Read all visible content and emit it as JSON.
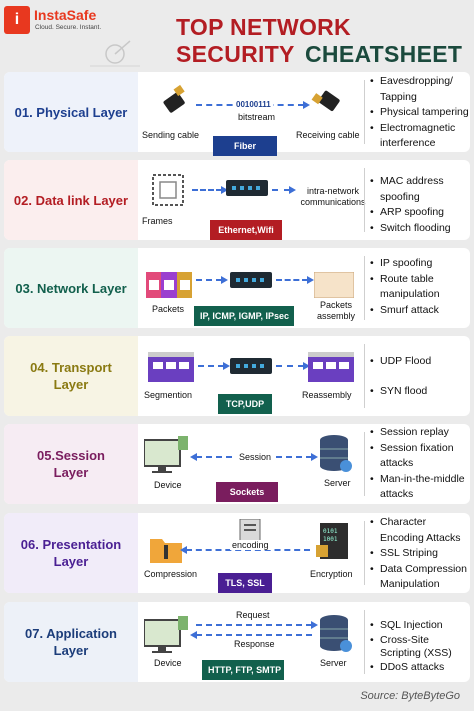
{
  "header": {
    "logo_text": "InstaSafe",
    "logo_tagline": "Cloud. Secure. Instant.",
    "title_line1": "TOP NETWORK SECURITY",
    "title_line2": "CHEATSHEET"
  },
  "colors": {
    "title_red": "#b31d23",
    "title_green": "#1b4a3d",
    "physical": "#1d3f8f",
    "datalink": "#b31d23",
    "network": "#12604d",
    "transport": "#8a7a12",
    "session": "#7a1d5e",
    "presentation": "#4a1f93",
    "application": "#1c3d7a",
    "arrow": "#3d6fd6"
  },
  "layers": [
    {
      "name": "01. Physical Layer",
      "left_label": "Sending cable",
      "right_label": "Receiving cable",
      "arrow_label": "00100111",
      "arrow_sub": "bitstream",
      "protocol": "Fiber",
      "attacks": [
        "Eavesdropping/ Tapping",
        "Physical tampering",
        "Electromagnetic interference"
      ]
    },
    {
      "name": "02. Data link Layer",
      "left_label": "Frames",
      "right_label": "intra-network communications",
      "protocol": "Ethernet,Wifi",
      "attacks": [
        "MAC address spoofing",
        "ARP spoofing",
        "Switch flooding"
      ]
    },
    {
      "name": "03. Network Layer",
      "left_label": "Packets",
      "right_label": "Packets assembly",
      "protocol": "IP, ICMP, IGMP, IPsec",
      "attacks": [
        "IP spoofing",
        "Route table manipulation",
        "Smurf attack"
      ]
    },
    {
      "name": "04. Transport Layer",
      "left_label": "Segmention",
      "right_label": "Reassembly",
      "protocol": "TCP,UDP",
      "attacks": [
        "UDP Flood",
        "SYN flood"
      ]
    },
    {
      "name": "05.Session Layer",
      "left_label": "Device",
      "right_label": "Server",
      "arrow_label": "Session",
      "protocol": "Sockets",
      "attacks": [
        "Session replay",
        "Session fixation attacks",
        "Man-in-the-middle attacks"
      ]
    },
    {
      "name": "06. Presentation Layer",
      "left_label": "Compression",
      "right_label": "Encryption",
      "arrow_label": "encoding",
      "protocol": "TLS, SSL",
      "attacks": [
        "Character Encoding Attacks",
        "SSL Striping",
        "Data Compression Manipulation"
      ]
    },
    {
      "name": "07. Application Layer",
      "left_label": "Device",
      "right_label": "Server",
      "arrow_label": "Request",
      "arrow_label_2": "Response",
      "protocol": "HTTP, FTP, SMTP",
      "attacks": [
        "SQL Injection",
        "Cross-Site Scripting (XSS)",
        "DDoS attacks"
      ]
    }
  ],
  "footer": {
    "source": "Source: ByteByteGo"
  }
}
